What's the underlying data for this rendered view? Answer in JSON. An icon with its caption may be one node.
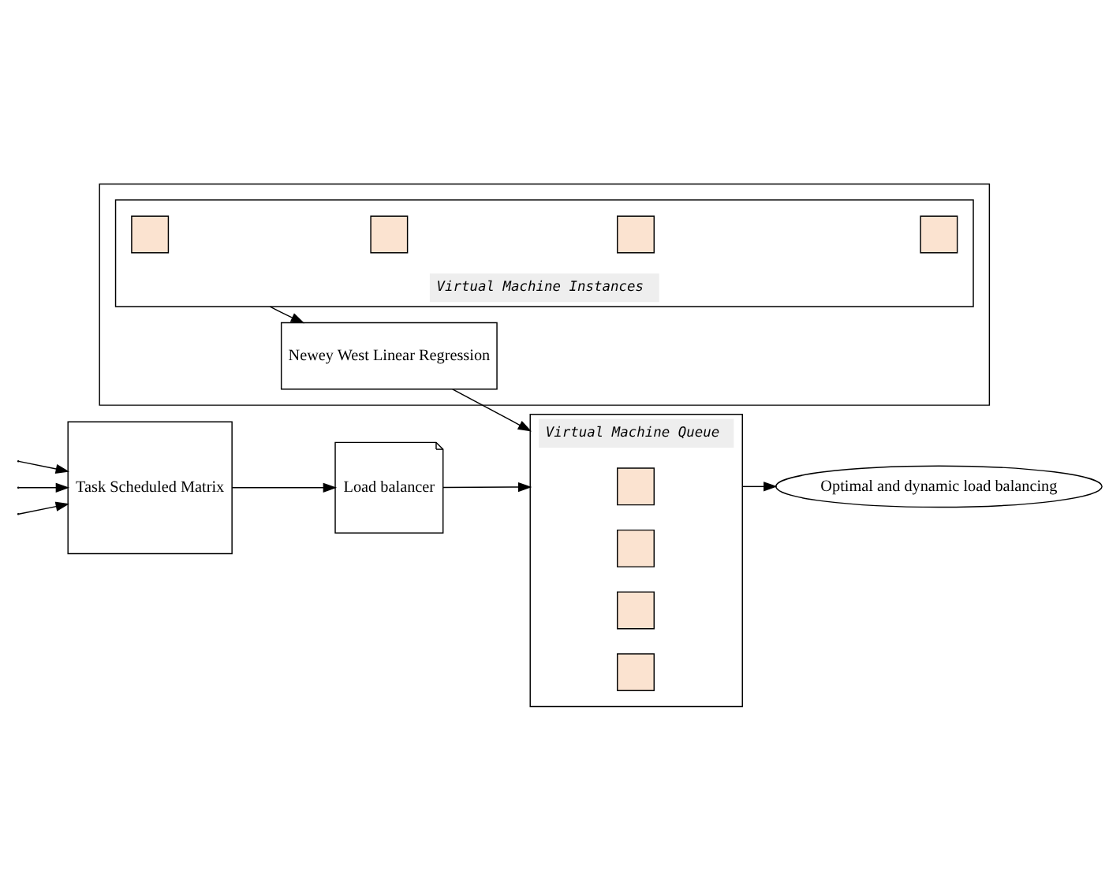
{
  "diagram": {
    "nodes": [
      {
        "text": [
          "Task Scheduled Matrix"
        ]
      },
      {
        "text": [
          "Load balancer"
        ]
      },
      {
        "text": [
          "Virtual Machine Queue"
        ]
      },
      {
        "text": [],
        "shape": "box",
        "in": 2
      },
      {
        "text": [],
        "shape": "box",
        "in": 2
      },
      {
        "text": [],
        "shape": "box",
        "in": 2
      },
      {
        "text": [],
        "shape": "box",
        "in": 2
      },
      {
        "text": [],
        "shape": "box"
      },
      {
        "text": [
          "Virtual Machine Instances"
        ],
        "in": 7
      },
      {
        "text": [],
        "shape": "box",
        "in": 8
      },
      {
        "text": [],
        "shape": "box",
        "in": 8
      },
      {
        "text": [],
        "shape": "box",
        "in": 8
      },
      {
        "text": [],
        "shape": "box",
        "in": 8
      },
      {
        "text": [
          "Newey West Linear Regression"
        ],
        "in": 7
      },
      {
        "text": [
          "Optimal and dynamic load balancing"
        ]
      }
    ],
    "edges": [
      {
        "from": null,
        "to": 0,
        "arrow": "to"
      },
      {
        "from": null,
        "to": 0,
        "arrow": "to"
      },
      {
        "from": null,
        "to": 0,
        "arrow": "to"
      },
      {
        "from": 0,
        "to": 1,
        "arrow": "to"
      },
      {
        "from": 1,
        "to": 2,
        "arrow": "to"
      },
      {
        "from": 8,
        "to": 13,
        "arrow": "to"
      },
      {
        "from": 13,
        "to": 2,
        "arrow": "to"
      },
      {
        "from": 2,
        "to": 14,
        "arrow": "to"
      }
    ]
  }
}
